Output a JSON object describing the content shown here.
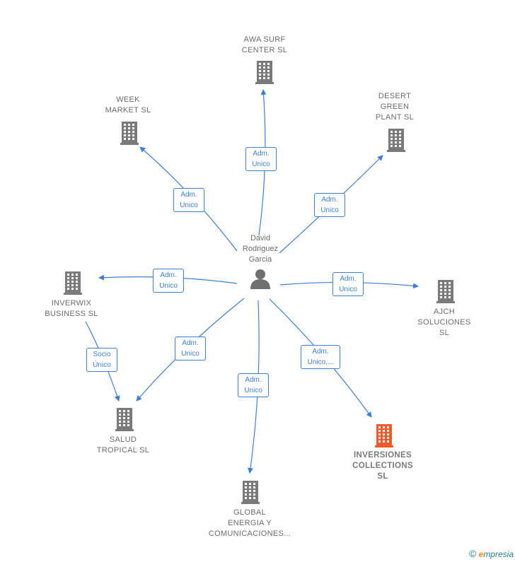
{
  "center": {
    "name": "David\nRodriguez\nGarcia",
    "icon": "person-icon"
  },
  "companies": [
    {
      "id": "awa",
      "label": "AWA SURF\nCENTER  SL",
      "highlight": false
    },
    {
      "id": "week",
      "label": "WEEK\nMARKET  SL",
      "highlight": false
    },
    {
      "id": "desert",
      "label": "DESERT\nGREEN\nPLANT  SL",
      "highlight": false
    },
    {
      "id": "inverwix",
      "label": "INVERWIX\nBUSINESS  SL",
      "highlight": false
    },
    {
      "id": "ajch",
      "label": "AJCH\nSOLUCIONES\nSL",
      "highlight": false
    },
    {
      "id": "salud",
      "label": "SALUD\nTROPICAL  SL",
      "highlight": false
    },
    {
      "id": "global",
      "label": "GLOBAL\nENERGIA Y\nCOMUNICACIONES...",
      "highlight": false
    },
    {
      "id": "inversiones",
      "label": "INVERSIONES\nCOLLECTIONS\nSL",
      "highlight": true
    }
  ],
  "edges": [
    {
      "id": "e-awa",
      "label": "Adm.\nUnico"
    },
    {
      "id": "e-week",
      "label": "Adm.\nUnico"
    },
    {
      "id": "e-desert",
      "label": "Adm.\nUnico"
    },
    {
      "id": "e-inverwix",
      "label": "Adm.\nUnico"
    },
    {
      "id": "e-ajch",
      "label": "Adm.\nUnico"
    },
    {
      "id": "e-salud",
      "label": "Adm.\nUnico"
    },
    {
      "id": "e-global",
      "label": "Adm.\nUnico"
    },
    {
      "id": "e-inversiones",
      "label": "Adm.\nUnico,..."
    },
    {
      "id": "e-socio",
      "label": "Socio\nÚnico"
    }
  ],
  "colors": {
    "edge": "#3d7fd6",
    "building": "#7a7a7a",
    "building_highlight": "#f05a28"
  },
  "footer": {
    "copyright": "©",
    "brand_e": "e",
    "brand_rest": "mpresia"
  }
}
